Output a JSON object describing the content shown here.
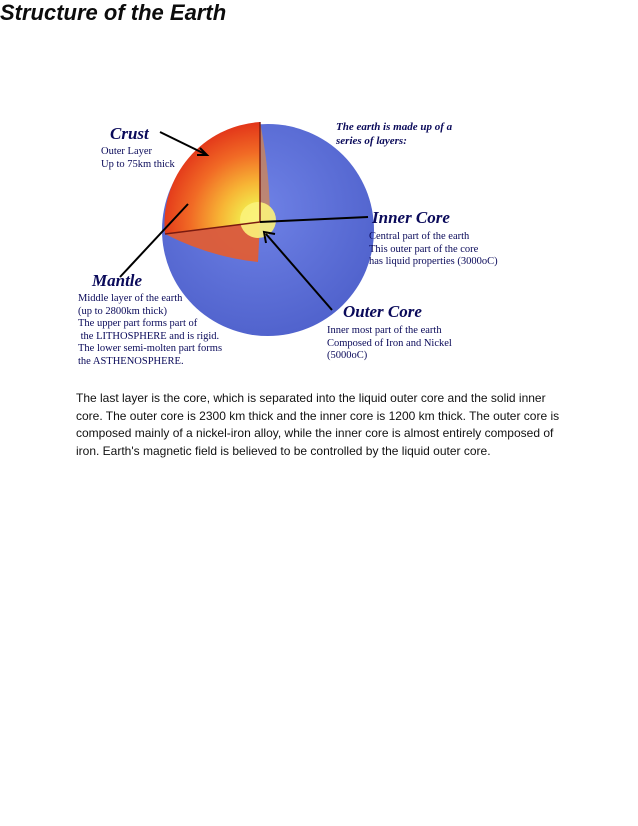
{
  "title": "Structure of the Earth",
  "intro": "The earth is made up of a\nseries of layers:",
  "crust": {
    "name": "Crust",
    "desc": "Outer Layer\nUp to 75km thick"
  },
  "mantle": {
    "name": "Mantle",
    "desc": "Middle layer of the earth\n(up to 2800km thick)\nThe upper part forms part of\n the LITHOSPHERE and is rigid.\nThe lower semi-molten part forms\nthe ASTHENOSPHERE."
  },
  "inner_core": {
    "name": "Inner Core",
    "desc": "Central part of the earth\nThis outer part of the core\nhas liquid properties (3000oC)"
  },
  "outer_core": {
    "name": "Outer Core",
    "desc": "Inner most part of the earth\nComposed of Iron and Nickel\n(5000oC)"
  },
  "paragraph": "The last layer is the core, which is separated into the liquid outer core and the solid inner core. The outer core is 2300 km thick and the inner core is 1200 km thick. The outer core is composed mainly of a nickel-iron alloy, while the inner core is almost entirely composed of iron. Earth's magnetic field is believed to be controlled by the liquid outer core.",
  "colors": {
    "crust_blue": "#5c6fd8",
    "mantle_red": "#e8361c",
    "mantle_orange": "#f7941d",
    "core_yellow": "#f5e64a",
    "text_navy": "#0a0a5a"
  }
}
